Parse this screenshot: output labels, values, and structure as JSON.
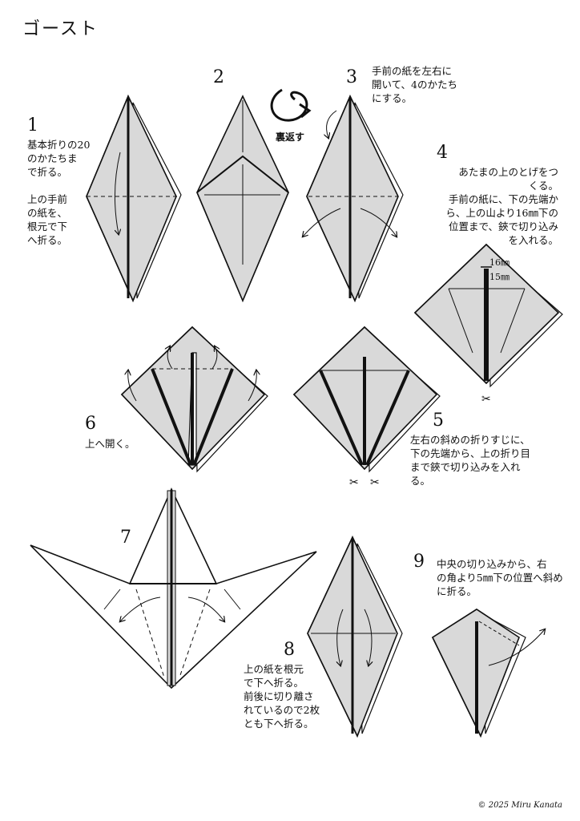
{
  "title": "ゴースト",
  "steps": [
    {
      "num": "1",
      "text": "基本折りの20\nのかたちま\nで折る。\n\n上の手前\nの紙を、\n根元で下\nへ折る。"
    },
    {
      "num": "2",
      "text": ""
    },
    {
      "num": "3",
      "text": "手前の紙を左右に\n開いて、4のかたち\nにする。"
    },
    {
      "num": "4",
      "text": "あたまの上のとげをつ\nくる。\n手前の紙に、下の先端か\nら、上の山より16㎜下の\n位置まで、鋏で切り込み\nを入れる。"
    },
    {
      "num": "5",
      "text": "左右の斜めの折りすじに、\n下の先端から、上の折り目\nまで鋏で切り込みを入れ\nる。"
    },
    {
      "num": "6",
      "text": "上へ開く。"
    },
    {
      "num": "7",
      "text": ""
    },
    {
      "num": "8",
      "text": "上の紙を根元\nで下へ折る。\n前後に切り離さ\nれているので2枚\nとも下へ折る。"
    },
    {
      "num": "9",
      "text": "中央の切り込みから、右\nの角より5㎜下の位置へ斜め\nに折る。"
    }
  ],
  "flip_label": "裏返す",
  "measures": {
    "m16": "16㎜",
    "m15": "15㎜"
  },
  "copyright": "© 2025 Miru Kanata",
  "colors": {
    "paper": "#d9d9d9",
    "line": "#111111",
    "white": "#ffffff"
  }
}
